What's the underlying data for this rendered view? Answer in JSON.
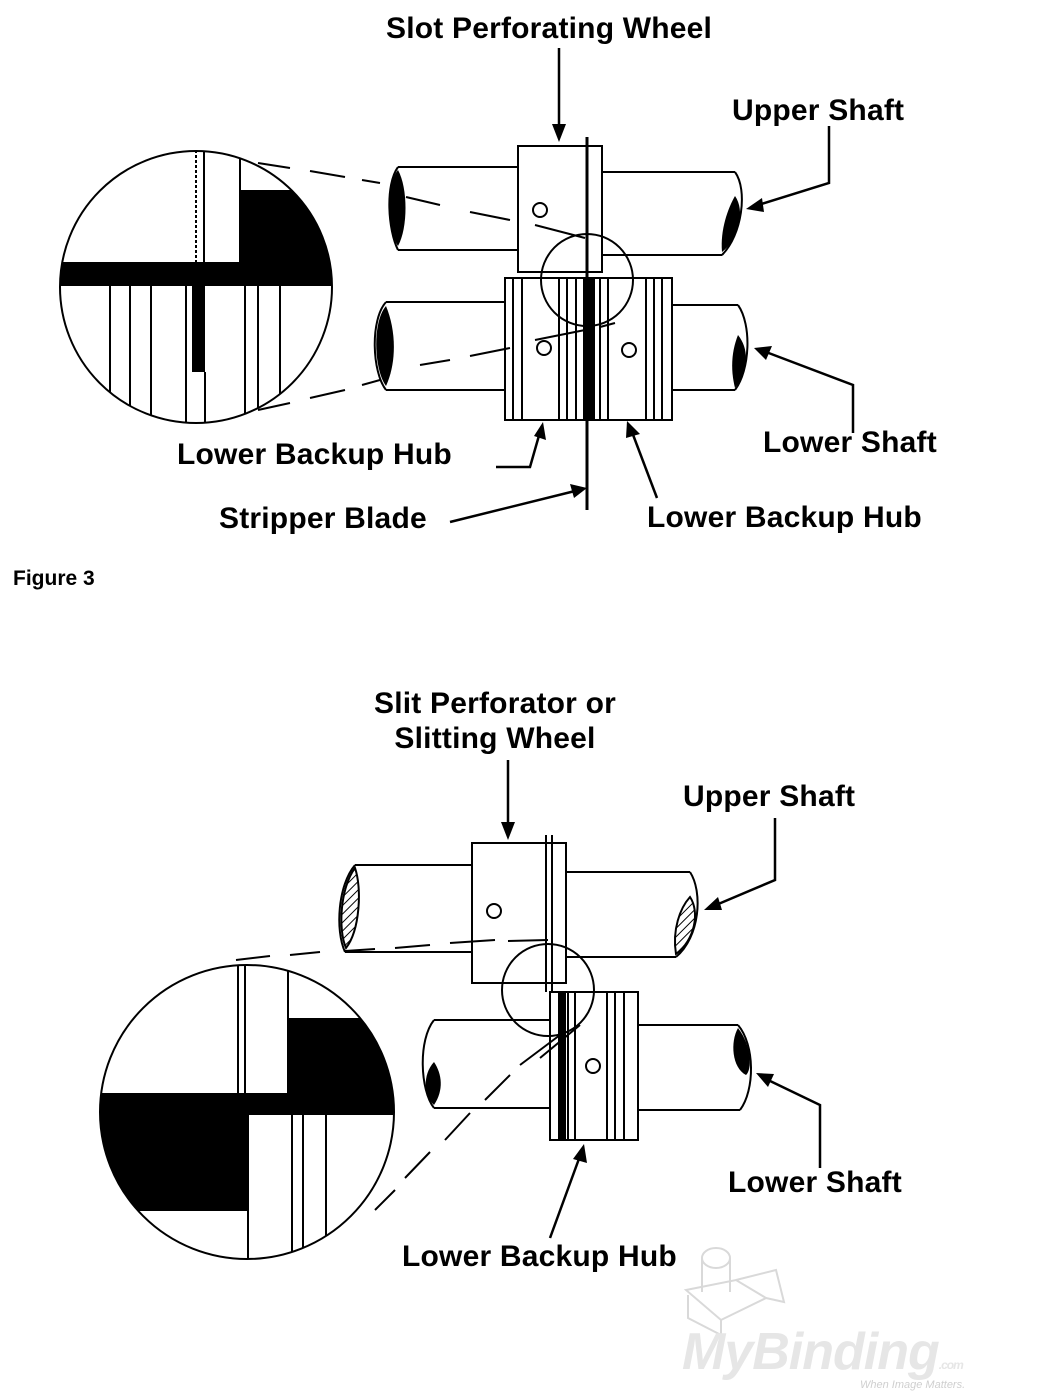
{
  "figure3": {
    "caption": "Figure 3",
    "labels": {
      "slot_perforating_wheel": "Slot Perforating Wheel",
      "upper_shaft": "Upper Shaft",
      "lower_shaft": "Lower Shaft",
      "lower_backup_hub_left": "Lower Backup Hub",
      "lower_backup_hub_right": "Lower Backup Hub",
      "stripper_blade": "Stripper Blade"
    }
  },
  "figure4": {
    "labels": {
      "slit_perforator_line1": "Slit Perforator or",
      "slit_perforator_line2": "Slitting Wheel",
      "upper_shaft": "Upper Shaft",
      "lower_shaft": "Lower Shaft",
      "lower_backup_hub": "Lower Backup Hub"
    }
  },
  "watermark": {
    "brand_my": "My",
    "brand_binding": "Binding",
    "brand_suffix": ".com",
    "tagline": "When Image Matters."
  }
}
